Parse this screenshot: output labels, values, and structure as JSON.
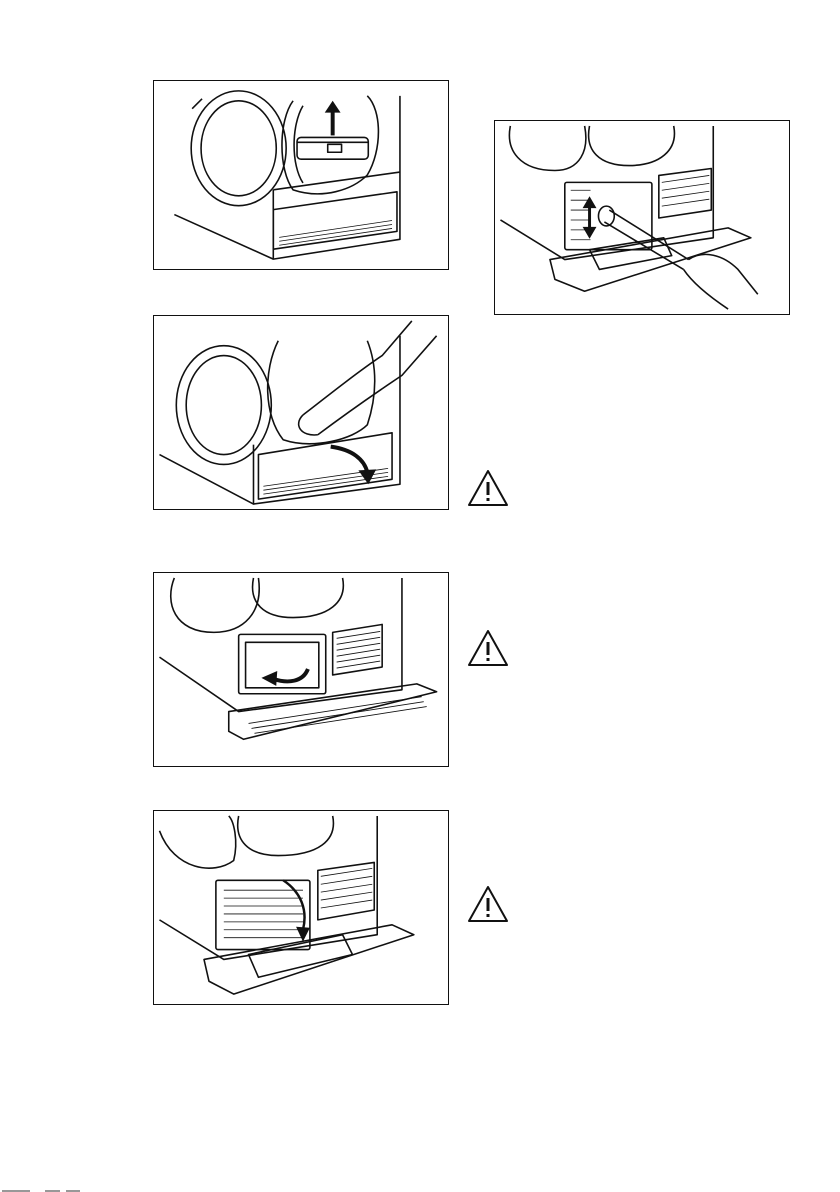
{
  "page": {
    "illustrations": [
      {
        "id": "step-1",
        "depicts": "remove-fluff-filter"
      },
      {
        "id": "step-2",
        "depicts": "open-plinth-door"
      },
      {
        "id": "step-3",
        "depicts": "unlock-heat-exchanger-cover"
      },
      {
        "id": "step-4",
        "depicts": "lower-heat-exchanger-cover"
      },
      {
        "id": "step-5",
        "depicts": "vacuum-clean-heat-exchanger"
      }
    ],
    "warnings": [
      {
        "icon": "warning-triangle-icon"
      },
      {
        "icon": "warning-triangle-icon"
      },
      {
        "icon": "warning-triangle-icon"
      }
    ],
    "colors": {
      "line": "#111111",
      "background": "#ffffff"
    }
  }
}
